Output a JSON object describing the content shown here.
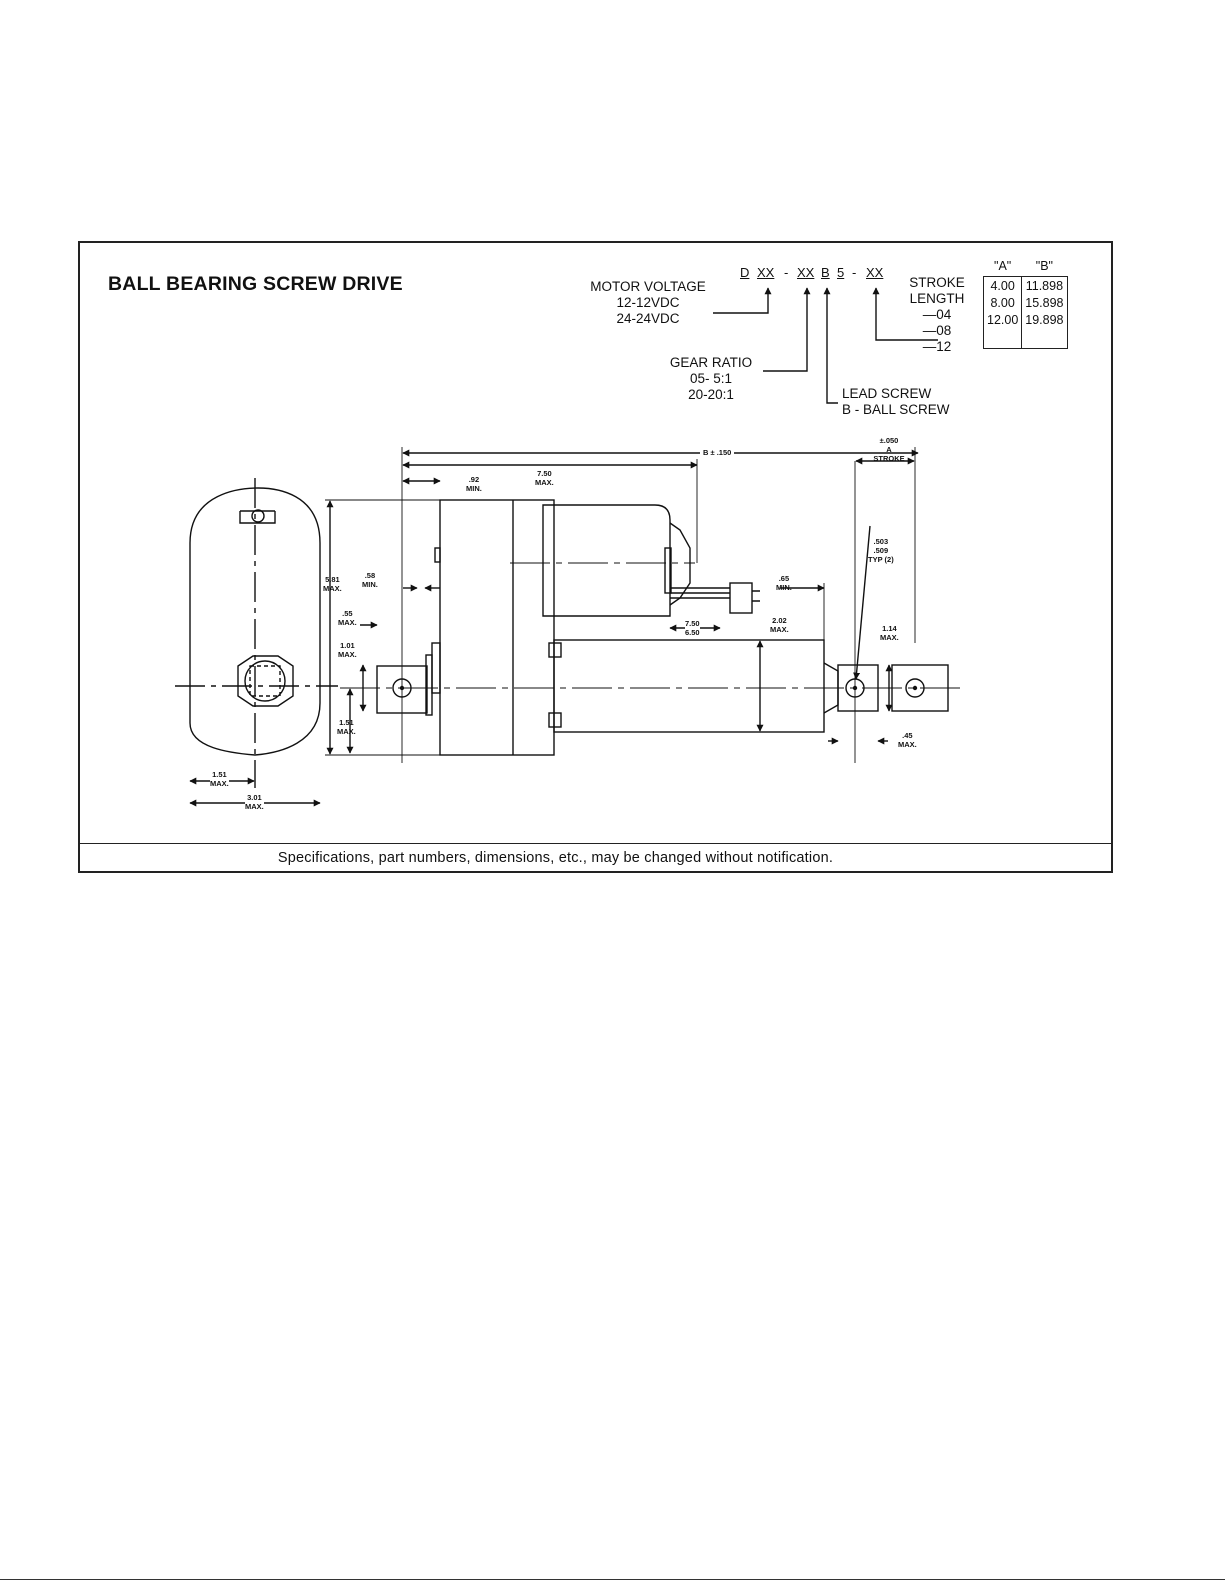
{
  "title": "BALL BEARING SCREW DRIVE",
  "footer": "Specifications, part numbers, dimensions, etc., may be changed without notification.",
  "part_code": {
    "segments": [
      "D",
      "XX",
      "-",
      "XX",
      "B",
      "5",
      "-",
      "XX"
    ]
  },
  "motor_voltage": {
    "heading": "MOTOR VOLTAGE",
    "options": [
      "12-12VDC",
      "24-24VDC"
    ]
  },
  "gear_ratio": {
    "heading": "GEAR RATIO",
    "options": [
      "05- 5:1",
      "20-20:1"
    ]
  },
  "lead_screw": {
    "heading": "LEAD SCREW",
    "options": [
      "B - BALL SCREW"
    ]
  },
  "stroke_length": {
    "heading_1": "STROKE",
    "heading_2": "LENGTH",
    "options": [
      "—04",
      "—08",
      "—12"
    ]
  },
  "stroke_table": {
    "headers": [
      "\"A\"",
      "\"B\""
    ],
    "rows": [
      [
        "4.00",
        "11.898"
      ],
      [
        "8.00",
        "15.898"
      ],
      [
        "12.00",
        "19.898"
      ]
    ]
  },
  "dimensions": {
    "b_tol": "B ± .150",
    "a_tol_1": "±.050",
    "a_tol_2": "A",
    "a_tol_3": "STROKE",
    "d750": "7.50",
    "max": "MAX.",
    "min": "MIN.",
    "d92": ".92",
    "d581": "5.81",
    "d58": ".58",
    "d55": ".55",
    "d101": "1.01",
    "d151": "1.51",
    "d151b": "1.51",
    "d301": "3.01",
    "d65": ".65",
    "d750b": "7.50",
    "d650": "6.50",
    "d202": "2.02",
    "d503": ".503",
    "d509": ".509",
    "typ": "TYP (2)",
    "d114": "1.14",
    "d45": ".45"
  }
}
